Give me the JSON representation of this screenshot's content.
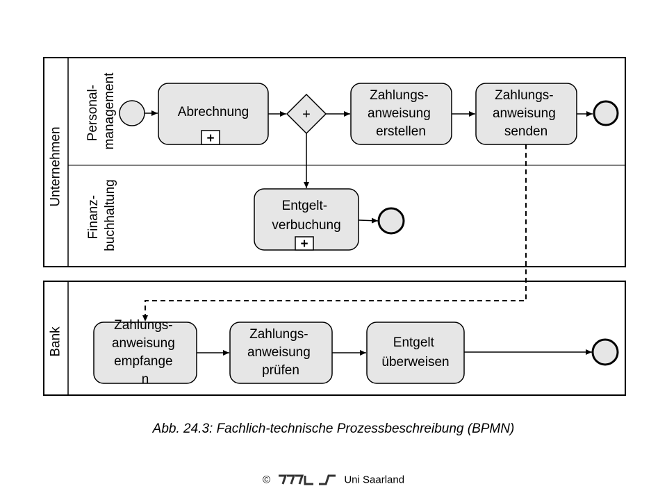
{
  "pools": {
    "company": {
      "label": "Unternehmen",
      "lanes": {
        "personal": [
          "Personal-",
          "management"
        ],
        "finance": [
          "Finanz-",
          "buchhaltung"
        ]
      }
    },
    "bank": {
      "label": "Bank"
    }
  },
  "tasks": {
    "abrechnung": {
      "lines": [
        "Abrechnung"
      ],
      "marker": "+"
    },
    "zahlung_erstellen": {
      "lines": [
        "Zahlungs-",
        "anweisung",
        "erstellen"
      ]
    },
    "zahlung_senden": {
      "lines": [
        "Zahlungs-",
        "anweisung",
        "senden"
      ]
    },
    "entgelt_verbuchung": {
      "lines": [
        "Entgelt-",
        "verbuchung"
      ],
      "marker": "+"
    },
    "zahlung_empfangen": {
      "lines": [
        "Zahlungs-",
        "anweisung",
        "empfange",
        "n"
      ]
    },
    "zahlung_pruefen": {
      "lines": [
        "Zahlungs-",
        "anweisung",
        "prüfen"
      ]
    },
    "entgelt_ueberweisen": {
      "lines": [
        "Entgelt",
        "überweisen"
      ]
    }
  },
  "gateway": {
    "symbol": "+"
  },
  "caption": "Abb. 24.3: Fachlich-technische Prozessbeschreibung (BPMN)",
  "footer": {
    "copyright": "©",
    "org": "Uni Saarland",
    "logo": "iwi-logo"
  },
  "colors": {
    "task_fill": "#e6e6e6",
    "stroke": "#000000"
  }
}
